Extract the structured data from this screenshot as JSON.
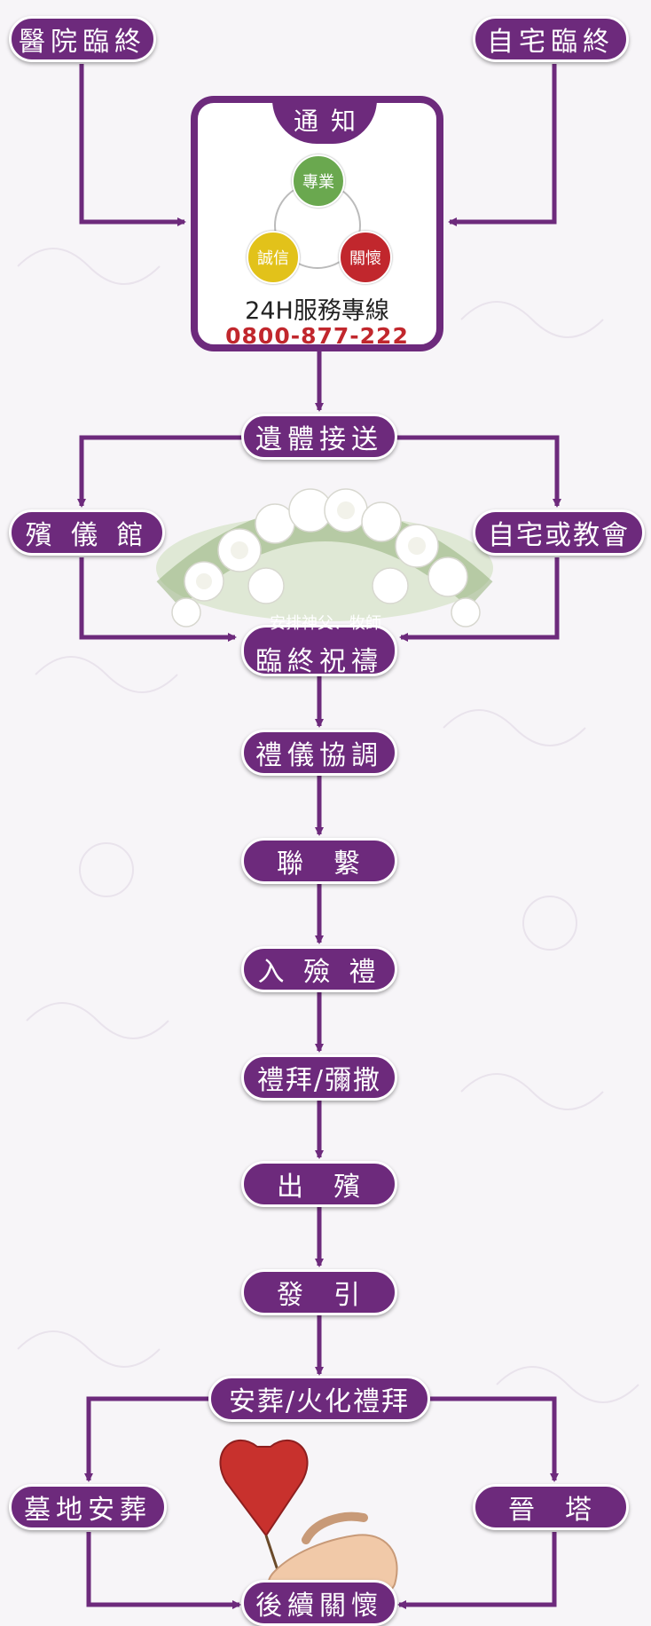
{
  "nodes": {
    "hospital_death": "醫院臨終",
    "home_death": "自宅臨終",
    "notify": "通知",
    "values": [
      "專業",
      "誠信",
      "關懷"
    ],
    "hotline_label": "24H服務專線",
    "hotline_number": "0800-877-222",
    "transport": "遺體接送",
    "funeral_home": "殯 儀 館",
    "home_or_church": "自宅或教會",
    "prayer_note": "安排神父、牧師",
    "deathbed_prayer": "臨終祝禱",
    "ceremony_coordination": "禮儀協調",
    "contact": "聯　繫",
    "encoffining": "入 殮 禮",
    "worship_mass": "禮拜/彌撒",
    "funeral_departure": "出　殯",
    "procession": "發　引",
    "burial_cremation": "安葬/火化禮拜",
    "cemetery_burial": "墓地安葬",
    "columbarium": "晉　塔",
    "aftercare": "後續關懷"
  },
  "colors": {
    "primary": "#6d2a7c",
    "value_green": "#6aa84f",
    "value_yellow": "#e2c21a",
    "value_red": "#c1272d",
    "hotline": "#c1272d"
  }
}
